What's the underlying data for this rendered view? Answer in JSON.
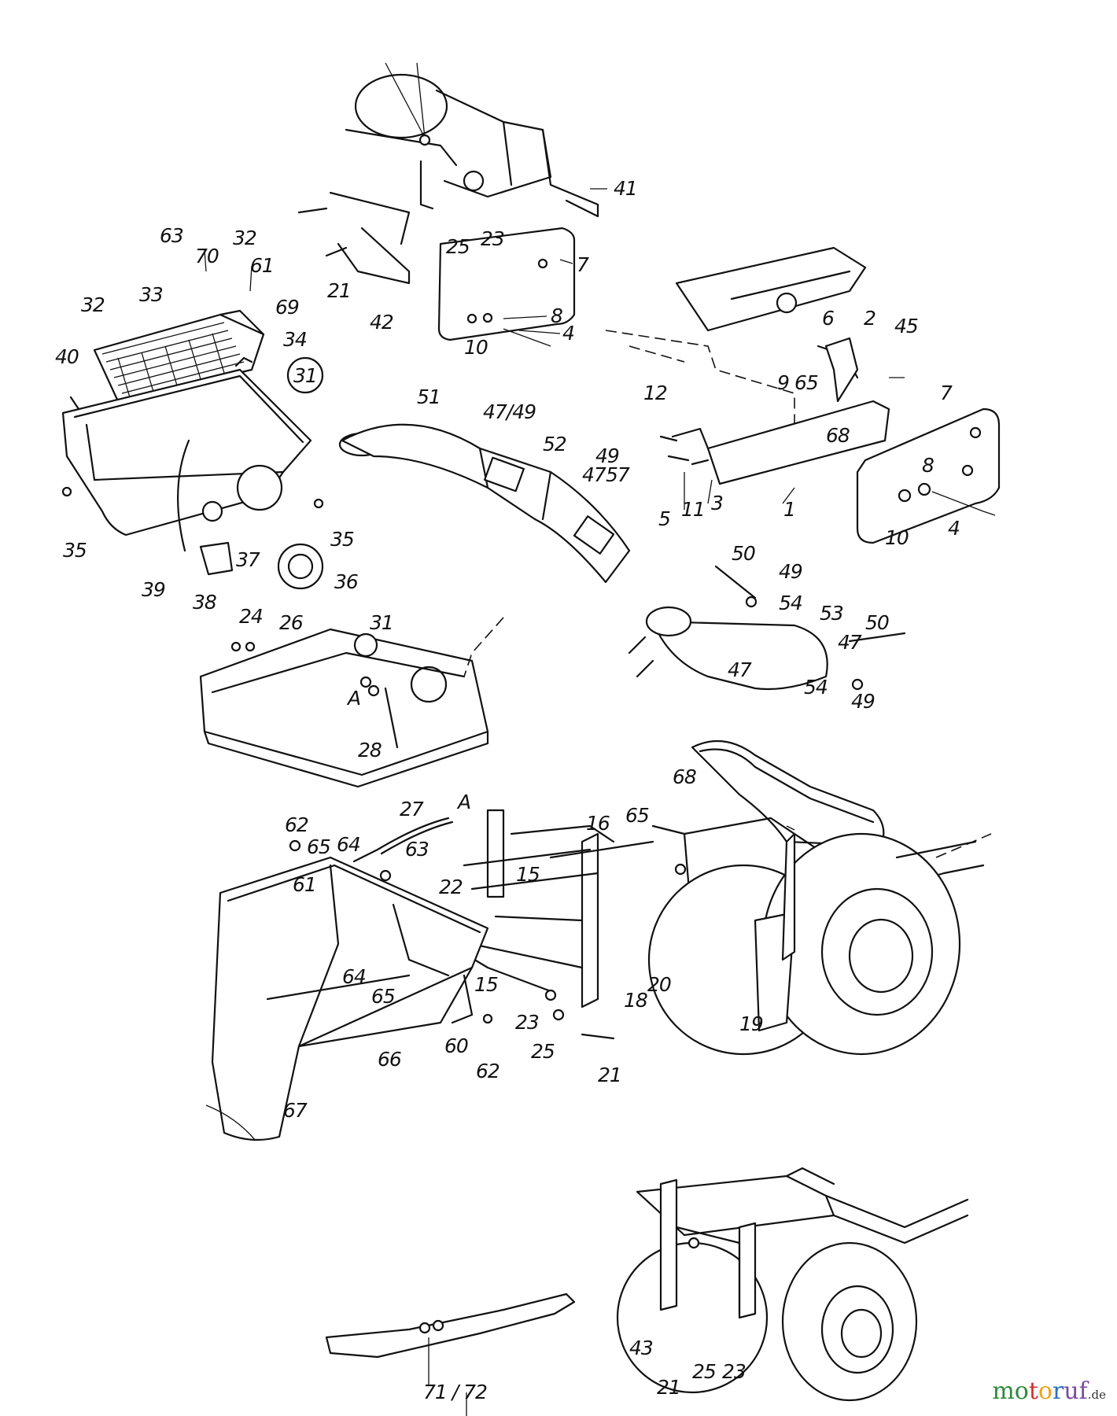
{
  "watermark": {
    "parts": [
      "mo",
      "t",
      "o",
      "r",
      "uf",
      ".de"
    ]
  },
  "callouts": [
    "41",
    "23",
    "25",
    "7",
    "21",
    "42",
    "8",
    "4",
    "10",
    "63",
    "70",
    "32",
    "61",
    "33",
    "32",
    "69",
    "34",
    "40",
    "31",
    "35",
    "35",
    "39",
    "37",
    "38",
    "36",
    "51",
    "47/49",
    "52",
    "49",
    "47",
    "57",
    "5",
    "11",
    "3",
    "1",
    "12",
    "6",
    "2",
    "45",
    "9",
    "65",
    "68",
    "7",
    "8",
    "10",
    "4",
    "50",
    "49",
    "54",
    "53",
    "50",
    "47",
    "47",
    "54",
    "49",
    "24",
    "26",
    "31",
    "A",
    "28",
    "27",
    "A",
    "16",
    "65",
    "68",
    "62",
    "65",
    "64",
    "63",
    "61",
    "22",
    "15",
    "15",
    "18",
    "20",
    "19",
    "64",
    "65",
    "66",
    "60",
    "23",
    "25",
    "62",
    "21",
    "67",
    "71 / 72",
    "43",
    "21",
    "25",
    "23"
  ]
}
